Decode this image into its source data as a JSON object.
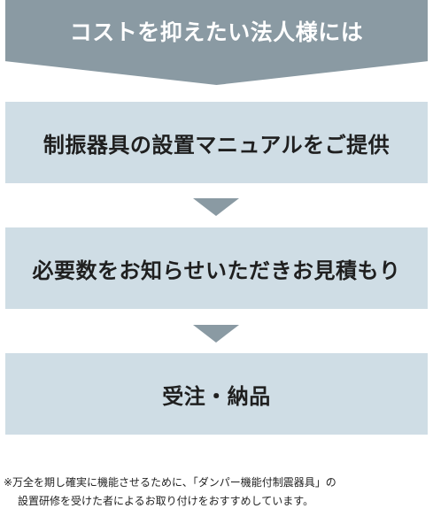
{
  "header": {
    "title": "コストを抑えたい法人様には"
  },
  "steps": [
    {
      "label": "制振器具の設置マニュアルをご提供"
    },
    {
      "label": "必要数をお知らせいただきお見積もり"
    },
    {
      "label": "受注・納品"
    }
  ],
  "footnote": {
    "line1": "※万全を期し確実に機能させるために、「ダンパー機能付制震器具」の",
    "line2": "設置研修を受けた者によるお取り付けをおすすめしています。"
  },
  "colors": {
    "header_bg": "#8a9aa3",
    "step_bg": "#cfdde5",
    "arrow": "#8a9aa3"
  }
}
